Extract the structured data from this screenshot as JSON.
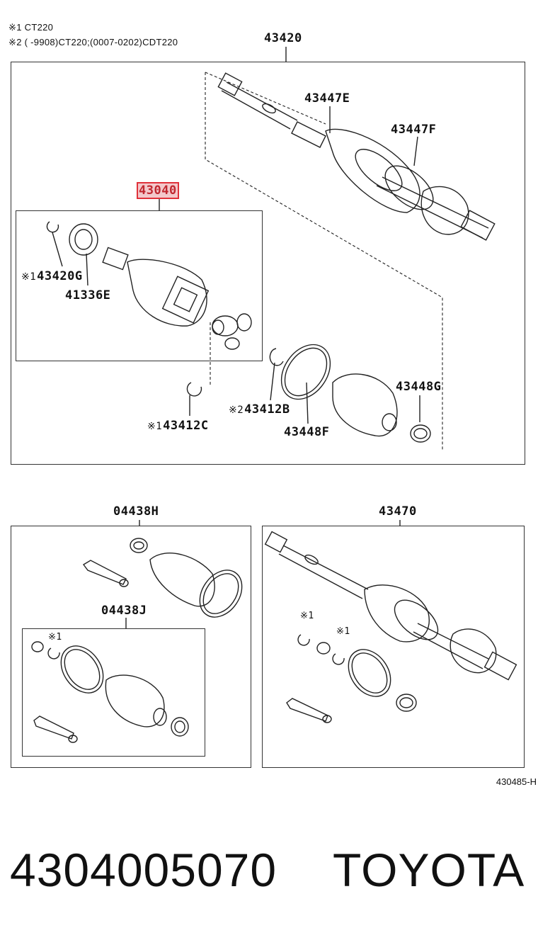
{
  "notes": [
    "※1  CT220",
    "※2  (      -9908)CT220;(0007-0202)CDT220"
  ],
  "labels": {
    "p43420": "43420",
    "p43447E": "43447E",
    "p43447F": "43447F",
    "p43040": "43040",
    "p43420G": "43420G",
    "p41336E": "41336E",
    "p43412C": "43412C",
    "p43412B": "43412B",
    "p43448F": "43448F",
    "p43448G": "43448G",
    "p04438H": "04438H",
    "p04438J": "04438J",
    "p43470": "43470"
  },
  "marks": {
    "m1": "※1",
    "m2": "※2"
  },
  "reference": "430485-H",
  "footer": {
    "part_number": "4304005070",
    "brand": "TOYOTA"
  },
  "colors": {
    "highlight_border": "#e0313a",
    "highlight_fill": "#f3c8cb",
    "line": "#222222"
  }
}
